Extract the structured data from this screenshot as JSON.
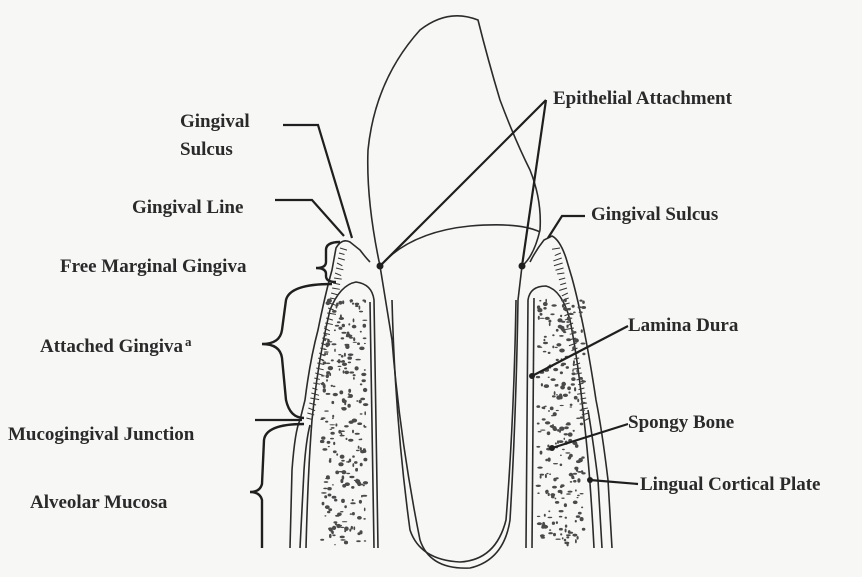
{
  "labels": {
    "gingival_sulcus_left_line1": "Gingival",
    "gingival_sulcus_left_line2": "Sulcus",
    "gingival_line": "Gingival Line",
    "free_marginal_gingiva": "Free Marginal Gingiva",
    "attached_gingiva": "Attached Gingiva",
    "attached_gingiva_mark": "a",
    "mucogingival_junction": "Mucogingival Junction",
    "alveolar_mucosa": "Alveolar Mucosa",
    "epithelial_attachment": "Epithelial Attachment",
    "gingival_sulcus_right": "Gingival Sulcus",
    "lamina_dura": "Lamina Dura",
    "spongy_bone": "Spongy Bone",
    "lingual_cortical_plate": "Lingual Cortical Plate"
  },
  "colors": {
    "background": "#f7f7f5",
    "ink": "#2a2a2a"
  }
}
